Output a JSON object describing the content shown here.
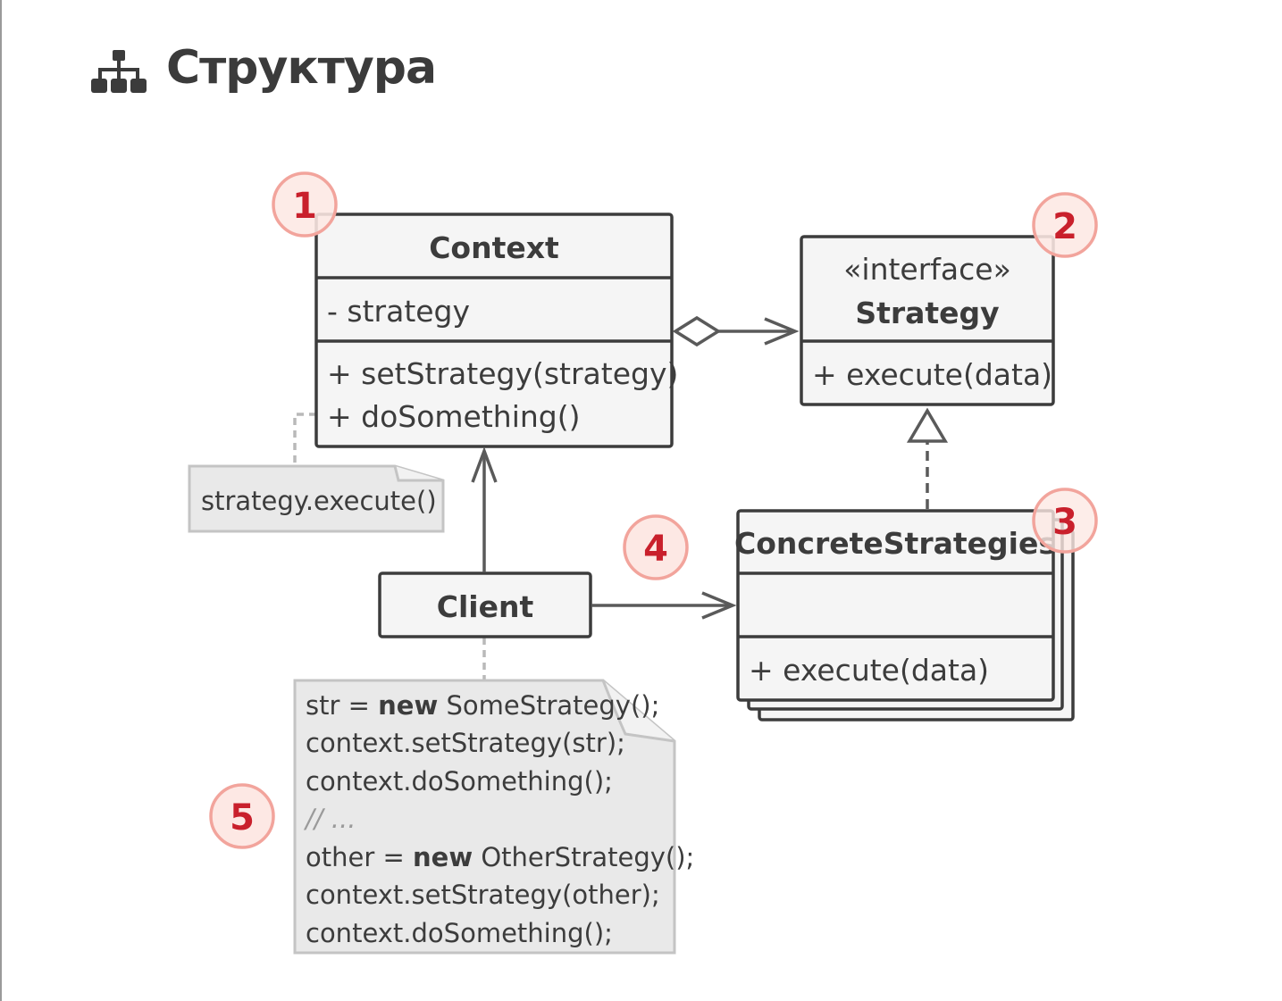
{
  "heading": {
    "title": "Структура",
    "icon": "sitemap-icon"
  },
  "context": {
    "name": "Context",
    "field": "- strategy",
    "method1": "+ setStrategy(strategy)",
    "method2": "+ doSomething()"
  },
  "strategy": {
    "stereotype": "«interface»",
    "name": "Strategy",
    "method": "+ execute(data)"
  },
  "concrete": {
    "name": "ConcreteStrategies",
    "method": "+ execute(data)"
  },
  "client": {
    "name": "Client"
  },
  "note_context": {
    "text": "strategy.execute()"
  },
  "note_client": {
    "l1a": "str = ",
    "l1b": "new",
    "l1c": " SomeStrategy();",
    "l2": "context.setStrategy(str);",
    "l3": "context.doSomething();",
    "l4": "// ...",
    "l5a": "other = ",
    "l5b": "new",
    "l5c": " OtherStrategy();",
    "l6": "context.setStrategy(other);",
    "l7": "context.doSomething();"
  },
  "markers": [
    "1",
    "2",
    "3",
    "4",
    "5"
  ],
  "colors": {
    "marker_ring": "#f2a49c",
    "marker_fill": "#fde8e4",
    "marker_text": "#c9202c",
    "box_fill": "#f5f5f5",
    "note_fill": "#e9e9e9"
  }
}
